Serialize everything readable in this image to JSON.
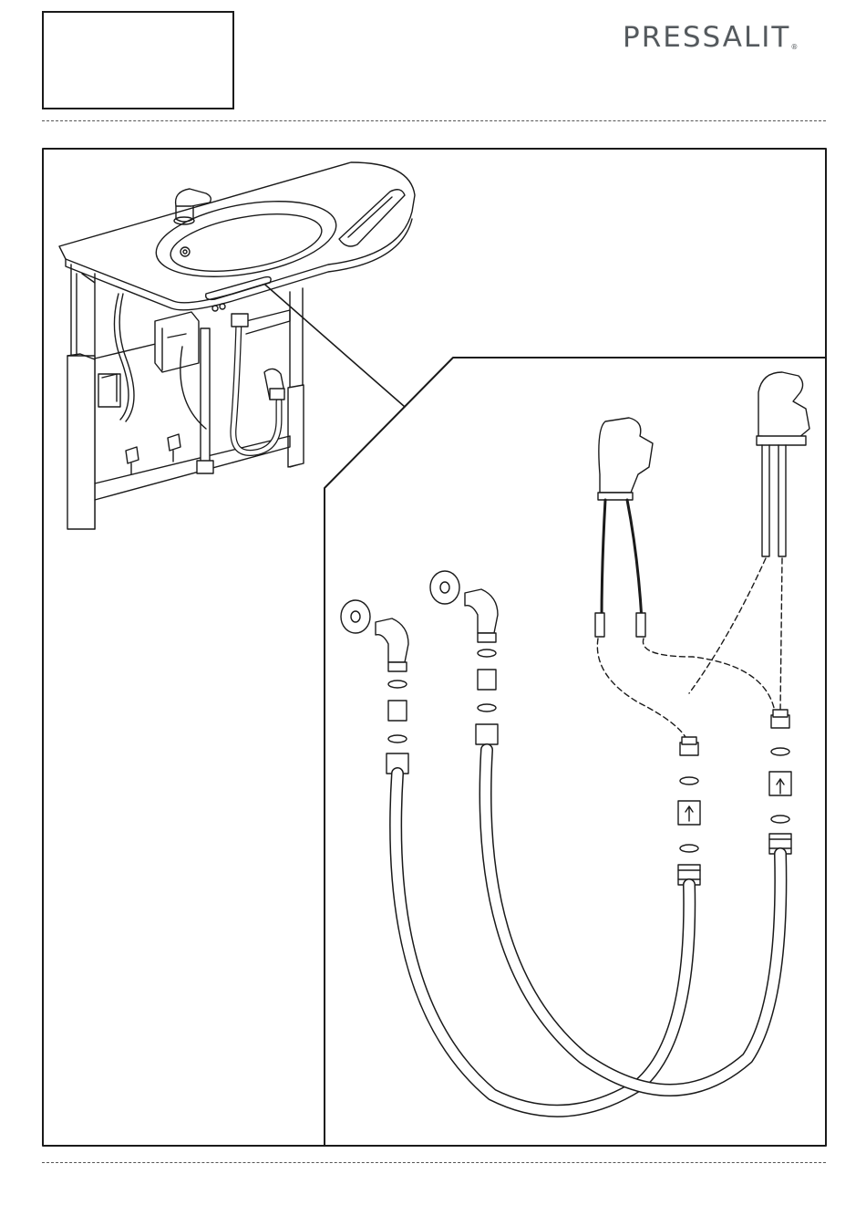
{
  "header": {
    "brand": "PRESSALIT",
    "registered_mark": "®"
  },
  "colors": {
    "ink": "#1a1a1a",
    "brand_gray": "#555a5e"
  },
  "illustration": {
    "overview": "washbasin-assembly",
    "detail": "tap-hose-connection-exploded-view"
  }
}
